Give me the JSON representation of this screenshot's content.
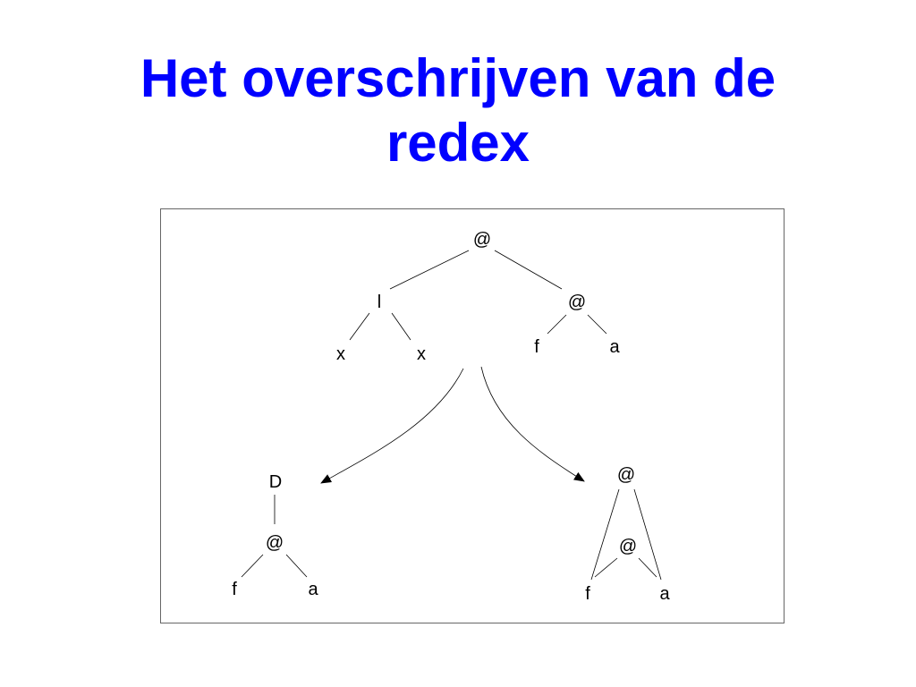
{
  "slide": {
    "title_line1": "Het overschrijven van de",
    "title_line2": "redex",
    "title_color": "#0000FF"
  },
  "diagram": {
    "top_tree": {
      "root": "@",
      "lambda": "l",
      "lambda_left": "x",
      "lambda_right": "x",
      "arg_app": "@",
      "arg_left": "f",
      "arg_right": "a"
    },
    "left_result": {
      "indirection": "D",
      "app": "@",
      "left": "f",
      "right": "a"
    },
    "right_result": {
      "root": "@",
      "inner": "@",
      "left": "f",
      "right": "a"
    }
  }
}
